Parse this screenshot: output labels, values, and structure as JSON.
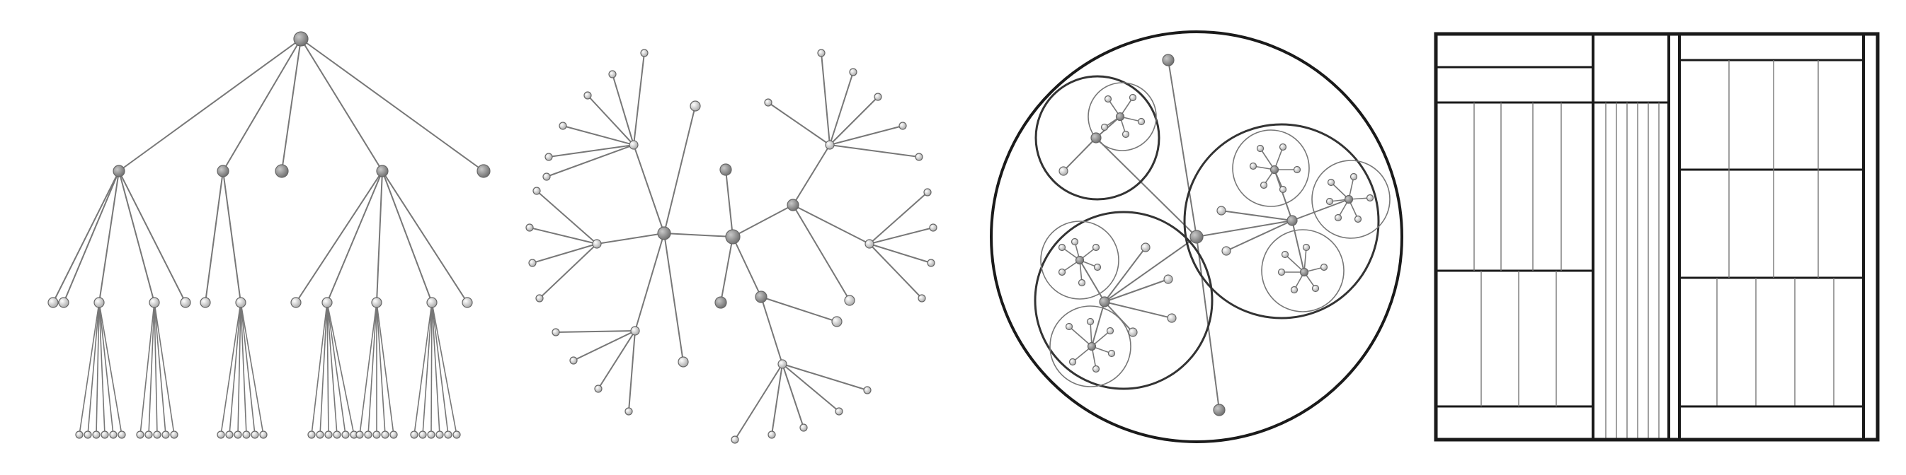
{
  "figure": {
    "panels": [
      {
        "key": "tree",
        "kind": "node-link-tree"
      },
      {
        "key": "radial",
        "kind": "radial-node-link-tree"
      },
      {
        "key": "pack",
        "kind": "circle-packing"
      },
      {
        "key": "treemap",
        "kind": "slice-and-dice-treemap"
      }
    ],
    "colors": {
      "link": "#777777",
      "node_fill": "#9a9a9a",
      "node_fill_light": "#d6d6d6",
      "node_stroke": "#666666",
      "outline": "#1a1a1a",
      "thin_outline": "#777777"
    }
  }
}
